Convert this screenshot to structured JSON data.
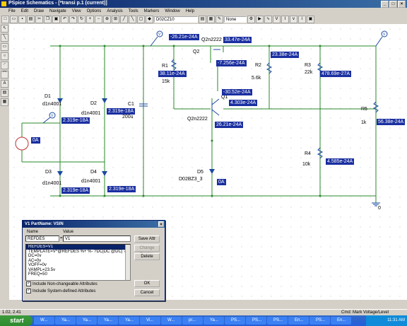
{
  "window": {
    "title": "PSpice Schematics - [*transi  p.1 (current)]"
  },
  "menu": [
    "File",
    "Edit",
    "Draw",
    "Navigate",
    "View",
    "Options",
    "Analysis",
    "Tools",
    "Markers",
    "Window",
    "Help"
  ],
  "toolbar": {
    "part_select": "D02CZ10",
    "net_select": "None"
  },
  "circuit": {
    "labels": {
      "Q2": "Q2",
      "Q2_model": "Q2n2222",
      "Q1": "Q1",
      "Q1_model": "Q2n2222",
      "R1": "R1",
      "R1_val": "15k",
      "R2": "R2",
      "R2_val": "5.6k",
      "R3": "R3",
      "R3_val": "22k",
      "R4": "R4",
      "R4_val": "10k",
      "R5": "R5",
      "R5_val": "1k",
      "C1": "C1",
      "C1_val": "200u",
      "D1": "D1",
      "D1_model": "d1n4001",
      "D2": "D2",
      "D2_model": "d1n4001",
      "D3": "D3",
      "D3_model": "d1n4001",
      "D4": "D4",
      "D4_model": "d1n4001",
      "D5": "D5",
      "D5_model": "D02BZ3_3",
      "gnd": "0"
    },
    "currents": {
      "top_left": "-26.21e-24A",
      "q2_top": "33.47e-24A",
      "r1_cur": "38.11e-24A",
      "q2_base": "-7.256e-24A",
      "r2_cur": "23.38e-24A",
      "r3_cur": "478.69e-27A",
      "q1_a": "-30.52e-24A",
      "q1_b": "4.303e-24A",
      "q1_e": "26.21e-24A",
      "c1_cur": "2.319e-18A",
      "d1_cur": "2.319e-18A",
      "src_cur": "0A",
      "d3_cur": "2.319e-18A",
      "d4_cur": "2.319e-18A",
      "d5_cur": "0A",
      "r4_cur": "4.585e-24A",
      "r5_cur": "56.38e-24A"
    }
  },
  "dialog": {
    "title": "V1   PartName: VSIN",
    "name_label": "Name",
    "value_label": "Value",
    "name_value": "REFDES",
    "value_value": "V1",
    "items": [
      "REFDES=V1",
      "TEMPLATE=V^@REFDES %+ %- ?DC|DC @DC| ?AC|AC @AC|",
      "DC=0v",
      "AC=0v",
      "VOFF=0v",
      "VAMPL=23.5v",
      "FREQ=50"
    ],
    "save_attr": "Save Attr",
    "change_display": "Change Display",
    "delete": "Delete",
    "ok": "OK",
    "cancel": "Cancel",
    "chk1": "Include Non-changeable Attributes",
    "chk2": "Include System-defined Attributes"
  },
  "status": {
    "coords": "1.02, 2.41",
    "cmd": "Cmd: Mark Voltage/Level"
  },
  "taskbar": {
    "start": "start",
    "tasks": [
      "W...",
      "Ya...",
      "Ya...",
      "Ya...",
      "Ya...",
      "Vi...",
      "W...",
      "pr...",
      "Ya...",
      "PS...",
      "PS...",
      "PS...",
      "En...",
      "PS...",
      "En..."
    ],
    "clock": "11:31 AM"
  }
}
